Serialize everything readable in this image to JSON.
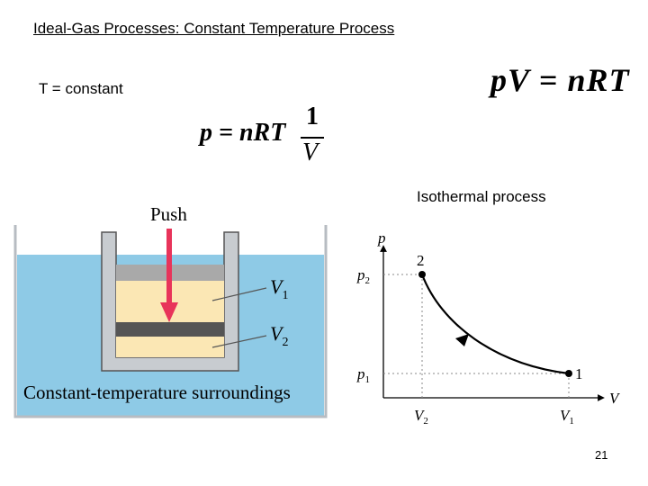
{
  "title": "Ideal-Gas Processes: Constant Temperature Process",
  "condition": "T = constant",
  "gas_law": {
    "p": "p",
    "V": "V",
    "eq": "=",
    "nRT": "nRT"
  },
  "formula": {
    "lhs": "p = nRT",
    "numerator": "1",
    "denominator": "V"
  },
  "diagram": {
    "push_label": "Push",
    "v1_label": "V",
    "v1_sub": "1",
    "v2_label": "V",
    "v2_sub": "2",
    "surroundings_label": "Constant-temperature surroundings"
  },
  "graph": {
    "heading": "Isothermal process",
    "p_axis": "p",
    "v_axis": "V",
    "p2": "p",
    "p2_sub": "2",
    "p1": "p",
    "p1_sub": "1",
    "v2": "V",
    "v2_sub": "2",
    "v1": "V",
    "v1_sub": "1",
    "point2": "2",
    "point1": "1"
  },
  "colors": {
    "water": "#8ecae6",
    "wall": "#c8ccd0",
    "gas": "#fbe7b4",
    "piston": "#555555",
    "cap": "#a9a9a9",
    "arrow": "#e8345a"
  },
  "page_number": "21"
}
